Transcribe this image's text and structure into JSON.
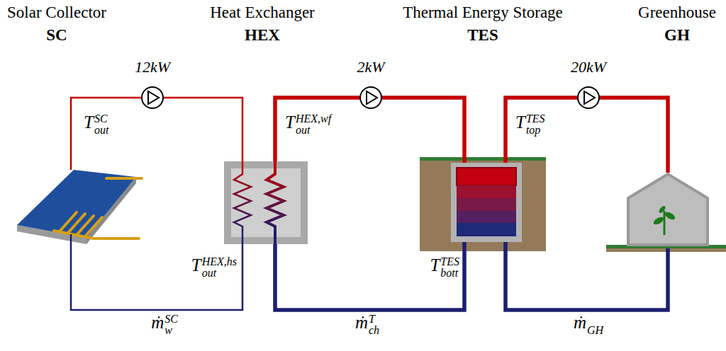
{
  "diagram": {
    "nodes": [
      {
        "text": [
          "Solar Collector",
          "SC"
        ]
      },
      {
        "text": [
          "Heat Exchanger",
          "HEX"
        ]
      },
      {
        "text": [
          "Thermal Energy Storage",
          "TES"
        ]
      },
      {
        "text": [
          "Greenhouse",
          "GH"
        ]
      }
    ],
    "edges": [
      {
        "from": 0,
        "to": 1,
        "arrow": "none",
        "label": "12kW"
      },
      {
        "from": 1,
        "to": 0,
        "arrow": "none"
      },
      {
        "from": 1,
        "to": 2,
        "arrow": "none",
        "label": "2kW"
      },
      {
        "from": 2,
        "to": 1,
        "arrow": "none"
      },
      {
        "from": 2,
        "to": 3,
        "arrow": "none",
        "label": "20kW"
      },
      {
        "from": 3,
        "to": 2,
        "arrow": "none"
      }
    ],
    "labels": [
      "T_out^SC",
      "T_out^HEX,wf",
      "T_top^TES",
      "T_out^HEX,hs",
      "T_bott^TES",
      "ṁ_w^SC",
      "ṁ_ch^T",
      "ṁ_GH"
    ]
  }
}
